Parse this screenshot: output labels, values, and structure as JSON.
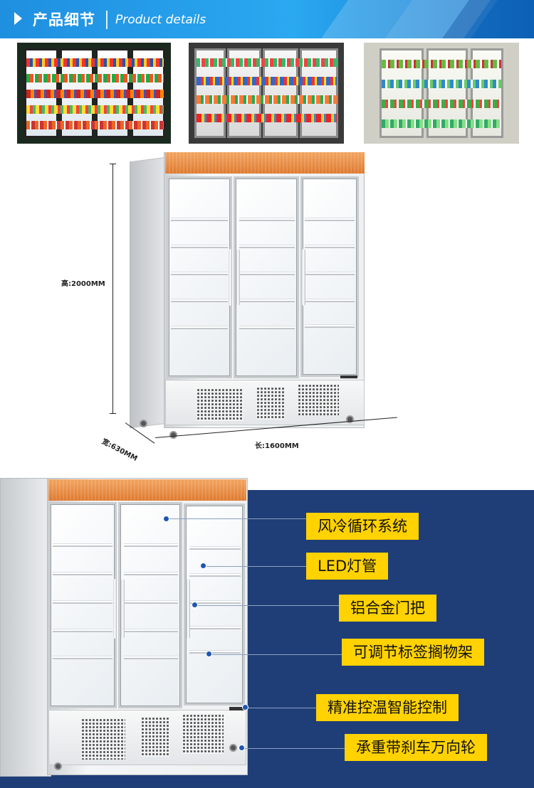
{
  "header": {
    "title_cn": "产品细节",
    "title_en": "Product details",
    "arrow_icon": "play-arrow-icon",
    "color_start": "#1f8fe0",
    "color_end": "#0f6fc8"
  },
  "dimensions": {
    "height": "高:2000MM",
    "depth": "宽:630MM",
    "length": "长:1600MM"
  },
  "features": [
    {
      "label": "风冷循环系统"
    },
    {
      "label": "LED灯管"
    },
    {
      "label": "铝合金门把"
    },
    {
      "label": "可调节标签搁物架"
    },
    {
      "label": "精准控温智能控制"
    },
    {
      "label": "承重带刹车万向轮"
    }
  ],
  "colors": {
    "accent_yellow": "#ffd200",
    "background_blue": "#1f3e78",
    "dot_blue": "#1e56b0"
  }
}
